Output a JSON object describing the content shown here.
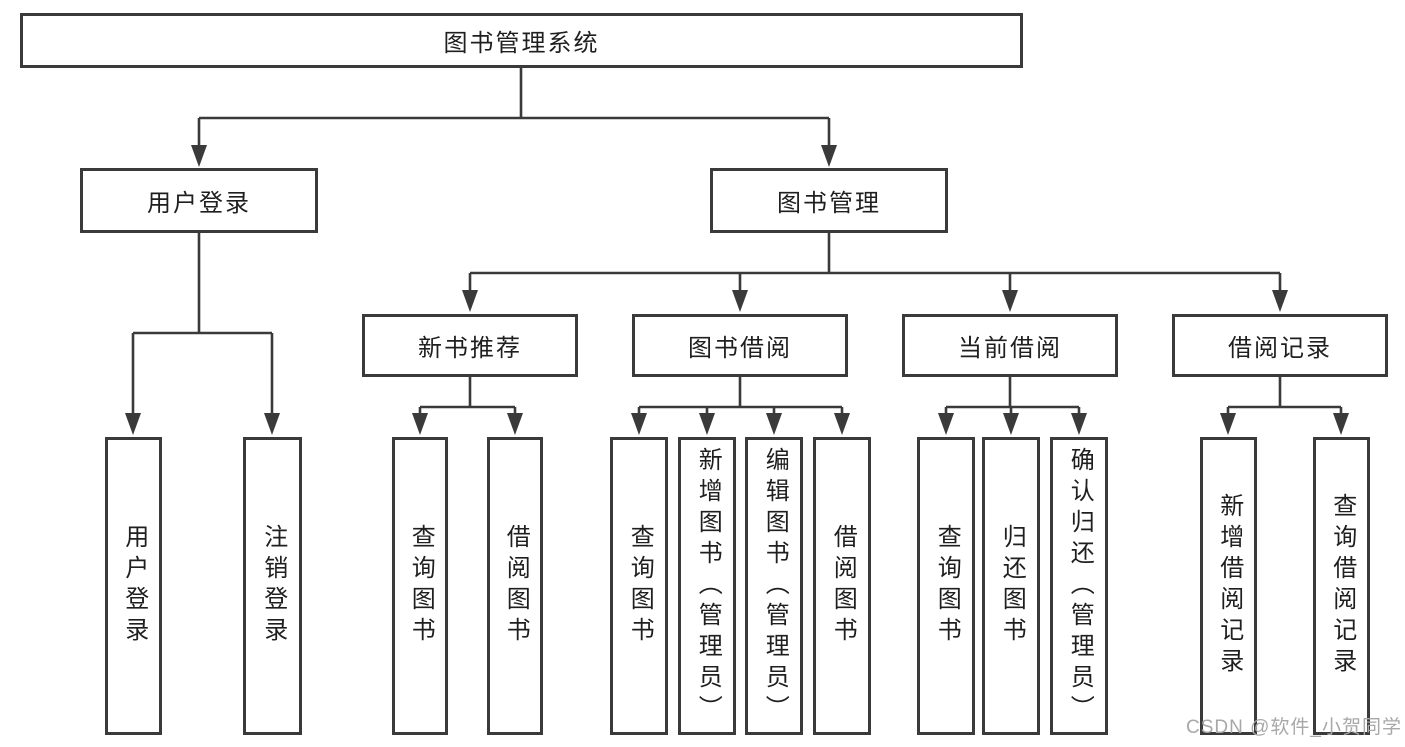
{
  "diagram": {
    "root": {
      "label": "图书管理系统"
    },
    "level2": [
      {
        "label": "用户登录"
      },
      {
        "label": "图书管理"
      }
    ],
    "level3": [
      {
        "label": "新书推荐"
      },
      {
        "label": "图书借阅"
      },
      {
        "label": "当前借阅"
      },
      {
        "label": "借阅记录"
      }
    ],
    "leaves": {
      "user_login": [
        "用户登录",
        "注销登录"
      ],
      "new_books": [
        "查询图书",
        "借阅图书"
      ],
      "book_borrow": [
        "查询图书",
        "新增图书（管理员）",
        "编辑图书（管理员）",
        "借阅图书"
      ],
      "current_borrow": [
        "查询图书",
        "归还图书",
        "确认归还（管理员）"
      ],
      "borrow_records": [
        "新增借阅记录",
        "查询借阅记录"
      ]
    }
  },
  "watermark": "CSDN @软件_小贺同学",
  "colors": {
    "line": "#3a3a3a",
    "text": "#1f1f1f",
    "watermark": "#a8a8a8",
    "background": "#ffffff"
  }
}
